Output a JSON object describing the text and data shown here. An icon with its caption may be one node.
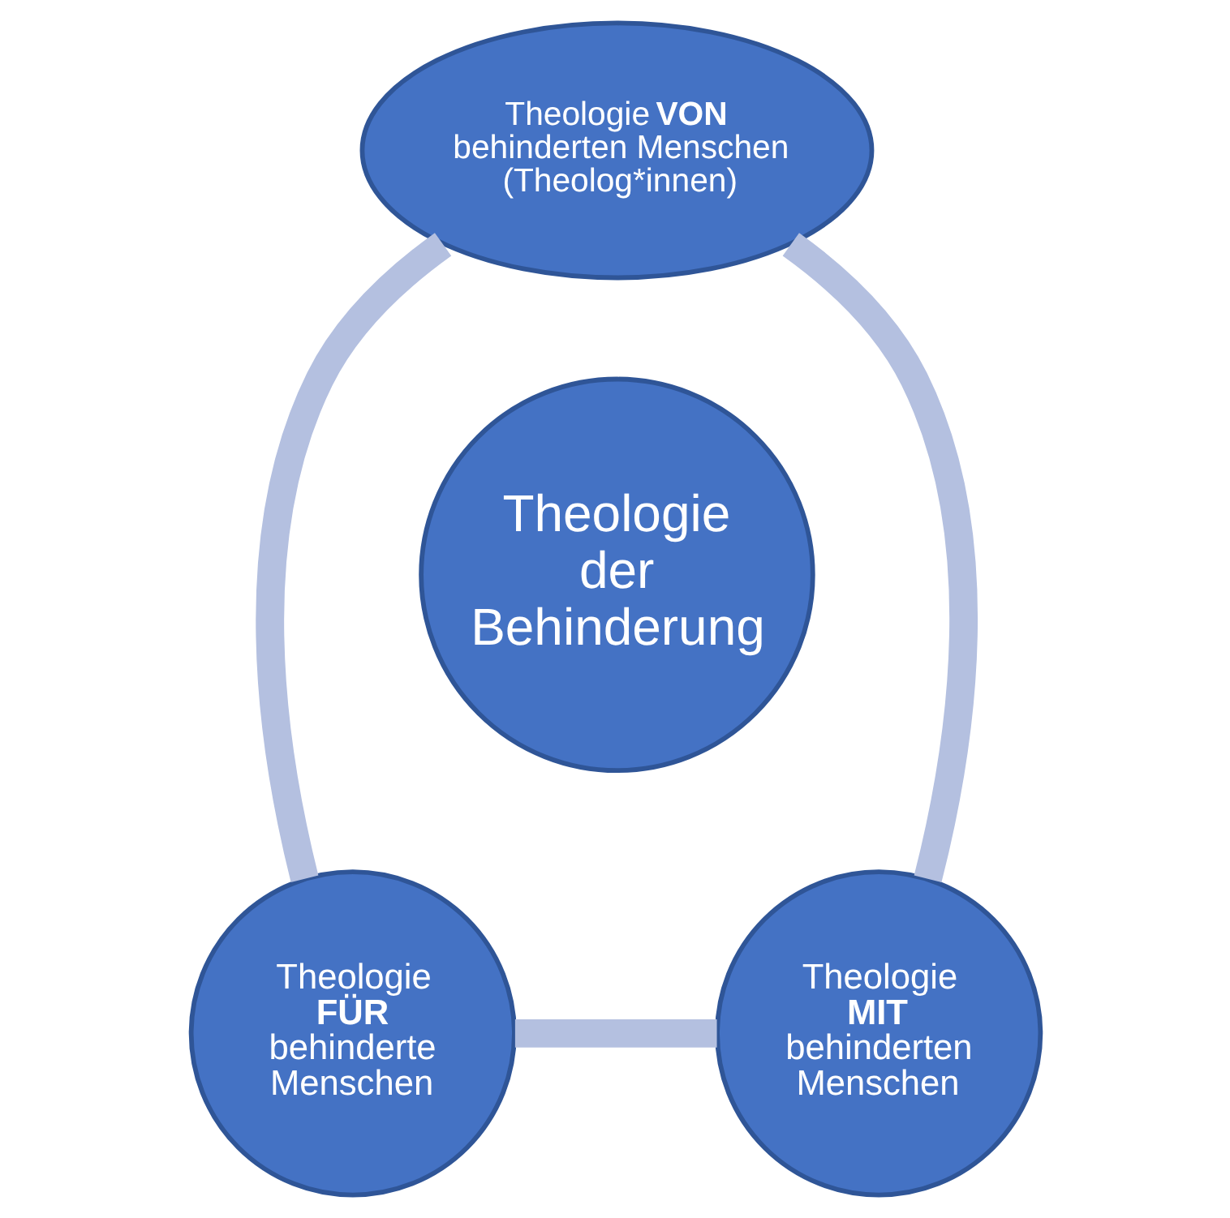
{
  "diagram": {
    "nodes": [
      {
        "text": [
          "Theologie **VON** behinderten Menschen (Theolog*innen)"
        ]
      },
      {
        "text": [
          "Theologie der Behinderung"
        ]
      },
      {
        "text": [
          "Theologie **FÜR** behinderte Menschen"
        ]
      },
      {
        "text": [
          "Theologie **MIT** behinderten Menschen"
        ]
      }
    ],
    "edges": [
      {
        "from": 0,
        "to": 3,
        "arrow": "none"
      },
      {
        "from": 3,
        "to": 2,
        "arrow": "none"
      },
      {
        "from": 2,
        "to": 0,
        "arrow": "none"
      }
    ]
  }
}
